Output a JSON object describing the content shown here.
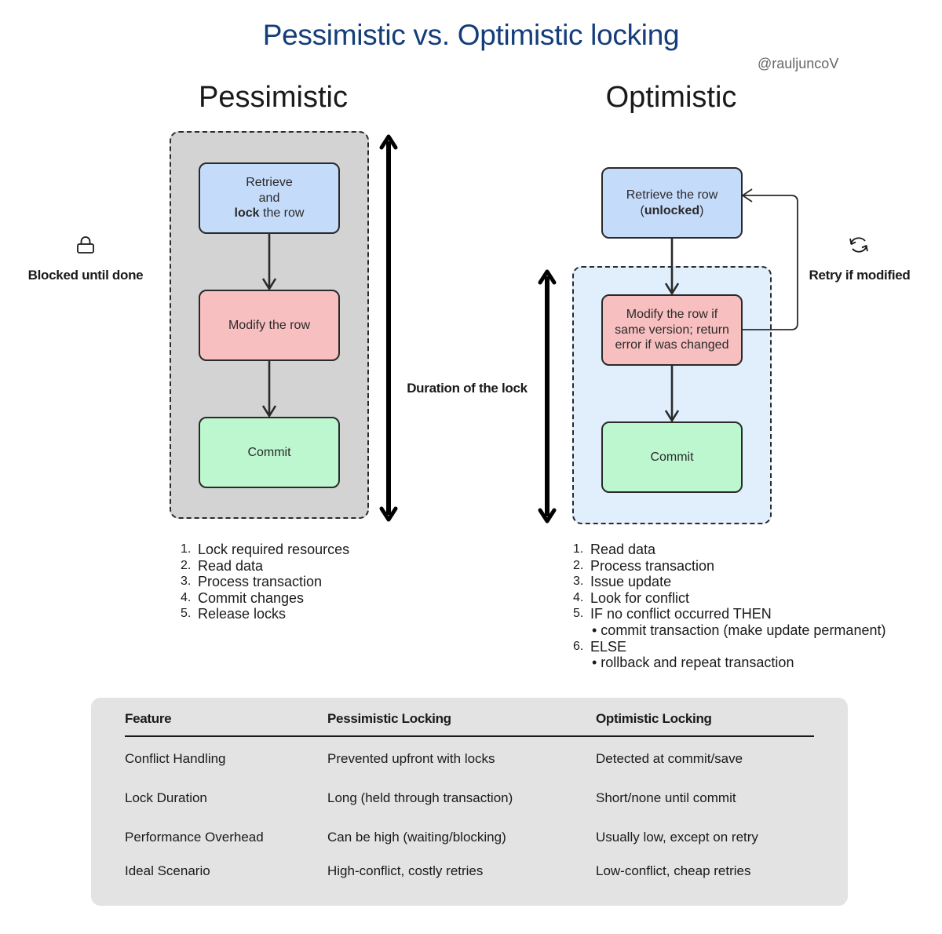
{
  "title": "Pessimistic vs. Optimistic locking",
  "author": "@rauljuncoV",
  "pessimistic": {
    "heading": "Pessimistic",
    "side_label": "Blocked until done",
    "side_icon": "lock-icon",
    "lock_duration_label": "Duration of the lock",
    "nodes": {
      "retrieve_line1": "Retrieve",
      "retrieve_line2": "and",
      "retrieve_bold": "lock",
      "retrieve_rest": " the row",
      "modify": "Modify the row",
      "commit": "Commit"
    },
    "steps": [
      {
        "num": "1.",
        "text": "Lock required resources"
      },
      {
        "num": "2.",
        "text": "Read data"
      },
      {
        "num": "3.",
        "text": "Process transaction"
      },
      {
        "num": "4.",
        "text": "Commit changes"
      },
      {
        "num": "5.",
        "text": "Release locks"
      }
    ]
  },
  "optimistic": {
    "heading": "Optimistic",
    "side_label": "Retry if modified",
    "side_icon": "refresh-icon",
    "nodes": {
      "retrieve_line1": "Retrieve the row",
      "retrieve_open": "(",
      "retrieve_bold": "unlocked",
      "retrieve_close": ")",
      "modify_line1": "Modify the row if",
      "modify_line2": "same version; return",
      "modify_line3": "error if was changed",
      "commit": "Commit"
    },
    "steps": [
      {
        "num": "1.",
        "text": "Read data"
      },
      {
        "num": "2.",
        "text": "Process transaction"
      },
      {
        "num": "3.",
        "text": "Issue update"
      },
      {
        "num": "4.",
        "text": "Look for conflict"
      },
      {
        "num": "5.",
        "text": "IF no conflict occurred THEN"
      },
      {
        "sub": "• commit transaction (make update permanent)"
      },
      {
        "num": "6.",
        "text": "ELSE"
      },
      {
        "sub": "• rollback and repeat transaction"
      }
    ]
  },
  "comparison_table": {
    "headers": [
      "Feature",
      "Pessimistic Locking",
      "Optimistic Locking"
    ],
    "rows": [
      [
        "Conflict Handling",
        "Prevented upfront with locks",
        "Detected at commit/save"
      ],
      [
        "Lock Duration",
        "Long (held through transaction)",
        "Short/none until commit"
      ],
      [
        "Performance Overhead",
        "Can be high (waiting/blocking)",
        "Usually low, except on retry"
      ],
      [
        "Ideal Scenario",
        "High-conflict, costly retries",
        "Low-conflict, cheap retries"
      ]
    ]
  },
  "colors": {
    "title": "#143d7a",
    "retrieve_node": "#c5dbfa",
    "modify_node": "#f7bfc0",
    "commit_node": "#bdf7cf",
    "pessimistic_container": "#d3d3d3",
    "optimistic_container": "#e1effc",
    "table_panel": "#e3e3e3"
  }
}
